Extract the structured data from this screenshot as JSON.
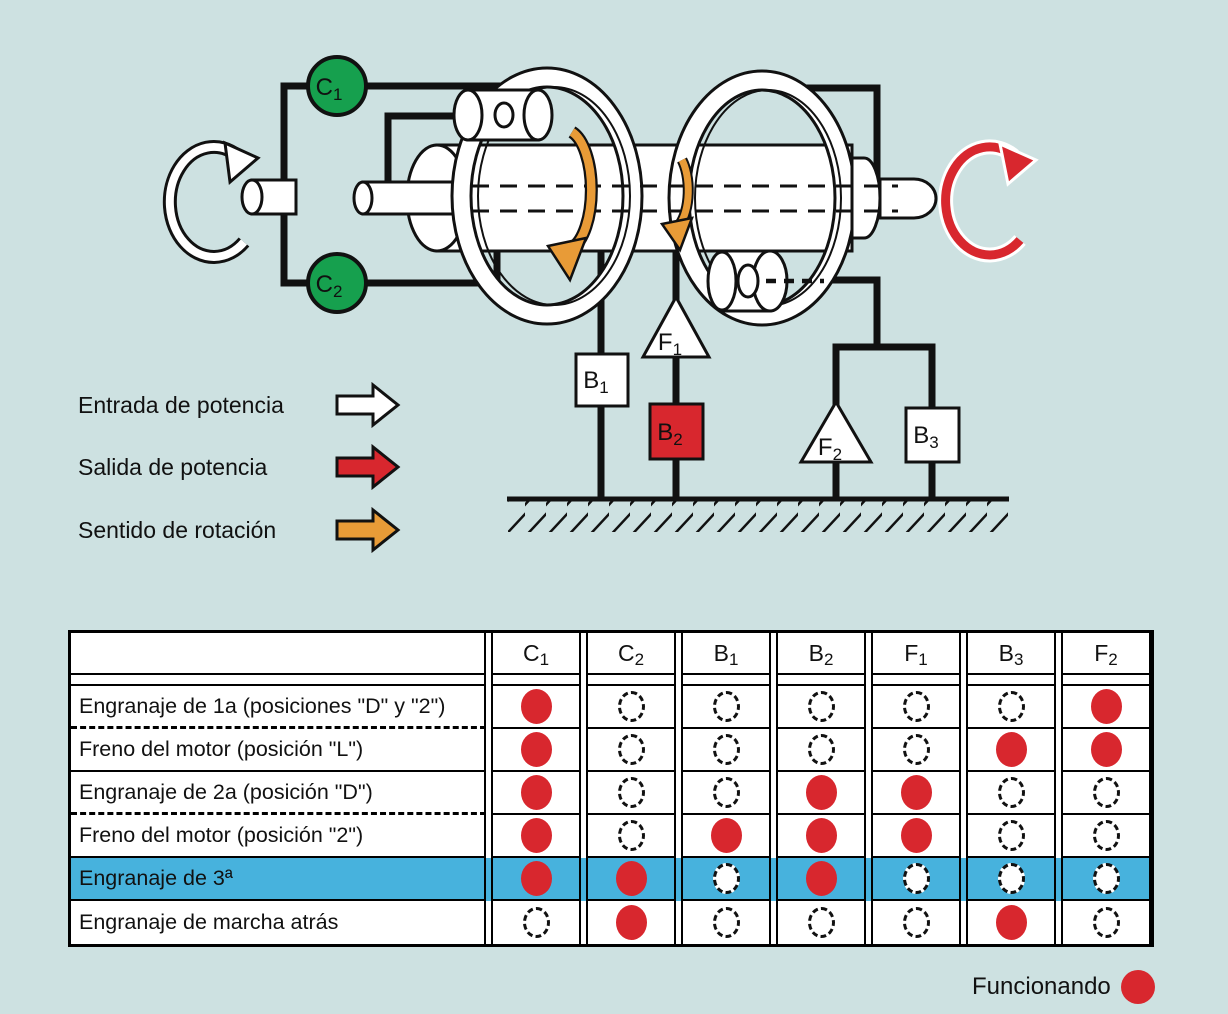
{
  "colors": {
    "bg": "#cde1e1",
    "red": "#d8272e",
    "green": "#16a04e",
    "orange": "#e89b37",
    "blue": "#47b2dd",
    "ink": "#111111"
  },
  "diagram": {
    "labels": {
      "c1": {
        "t": "C",
        "s": "1"
      },
      "c2": {
        "t": "C",
        "s": "2"
      },
      "b1": {
        "t": "B",
        "s": "1"
      },
      "b2": {
        "t": "B",
        "s": "2"
      },
      "b3": {
        "t": "B",
        "s": "3"
      },
      "f1": {
        "t": "F",
        "s": "1"
      },
      "f2": {
        "t": "F",
        "s": "2"
      }
    }
  },
  "legend": {
    "items": [
      {
        "label": "Entrada de potencia",
        "color": "white"
      },
      {
        "label": "Salida de potencia",
        "color": "red"
      },
      {
        "label": "Sentido de rotación",
        "color": "orange"
      }
    ]
  },
  "table": {
    "columns": [
      {
        "t": "C",
        "s": "1"
      },
      {
        "t": "C",
        "s": "2"
      },
      {
        "t": "B",
        "s": "1"
      },
      {
        "t": "B",
        "s": "2"
      },
      {
        "t": "F",
        "s": "1"
      },
      {
        "t": "B",
        "s": "3"
      },
      {
        "t": "F",
        "s": "2"
      }
    ],
    "rows": [
      {
        "label": "Engranaje de 1a (posiciones \"D\" y \"2\")",
        "sep": "dashed",
        "highlight": false,
        "cells": [
          "on",
          "off",
          "off",
          "off",
          "off",
          "off",
          "on"
        ]
      },
      {
        "label": "Freno del motor (posición \"L\")",
        "sep": "solid",
        "highlight": false,
        "cells": [
          "on",
          "off",
          "off",
          "off",
          "off",
          "on",
          "on"
        ]
      },
      {
        "label": "Engranaje de 2a (posición \"D\")",
        "sep": "dashed",
        "highlight": false,
        "cells": [
          "on",
          "off",
          "off",
          "on",
          "on",
          "off",
          "off"
        ]
      },
      {
        "label": "Freno del motor (posición \"2\")",
        "sep": "solid",
        "highlight": false,
        "cells": [
          "on",
          "off",
          "on",
          "on",
          "on",
          "off",
          "off"
        ]
      },
      {
        "label": "Engranaje de 3ª",
        "sep": "solid",
        "highlight": true,
        "cells": [
          "on",
          "on",
          "off",
          "on",
          "off",
          "off",
          "off"
        ]
      },
      {
        "label": "Engranaje de marcha atrás",
        "sep": "solid",
        "highlight": false,
        "cells": [
          "off",
          "on",
          "off",
          "off",
          "off",
          "on",
          "off"
        ]
      }
    ]
  },
  "footer": {
    "label": "Funcionando"
  }
}
